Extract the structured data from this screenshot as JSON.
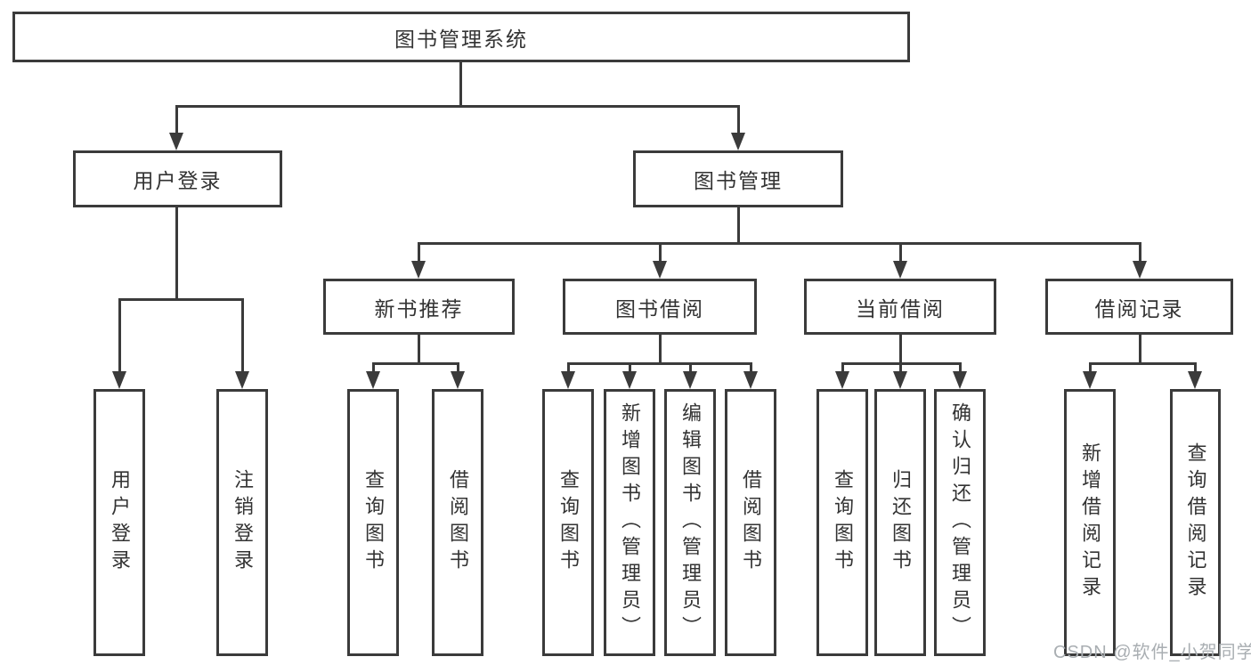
{
  "tree": {
    "label": "图书管理系统",
    "children": [
      {
        "label": "用户登录",
        "children": [
          {
            "label": "用户登录"
          },
          {
            "label": "注销登录"
          }
        ]
      },
      {
        "label": "图书管理",
        "children": [
          {
            "label": "新书推荐",
            "children": [
              {
                "label": "查询图书"
              },
              {
                "label": "借阅图书"
              }
            ]
          },
          {
            "label": "图书借阅",
            "children": [
              {
                "label": "查询图书"
              },
              {
                "label": "新增图书（管理员）"
              },
              {
                "label": "编辑图书（管理员）"
              },
              {
                "label": "借阅图书"
              }
            ]
          },
          {
            "label": "当前借阅",
            "children": [
              {
                "label": "查询图书"
              },
              {
                "label": "归还图书"
              },
              {
                "label": "确认归还（管理员）"
              }
            ]
          },
          {
            "label": "借阅记录",
            "children": [
              {
                "label": "新增借阅记录"
              },
              {
                "label": "查询借阅记录"
              }
            ]
          }
        ]
      }
    ]
  },
  "watermark": {
    "text": "CSDN @软件_小贺同学"
  },
  "colors": {
    "line": "#3b3b3b",
    "text": "#333333",
    "watermark_text": "#a9aeb2",
    "background": "#ffffff"
  }
}
